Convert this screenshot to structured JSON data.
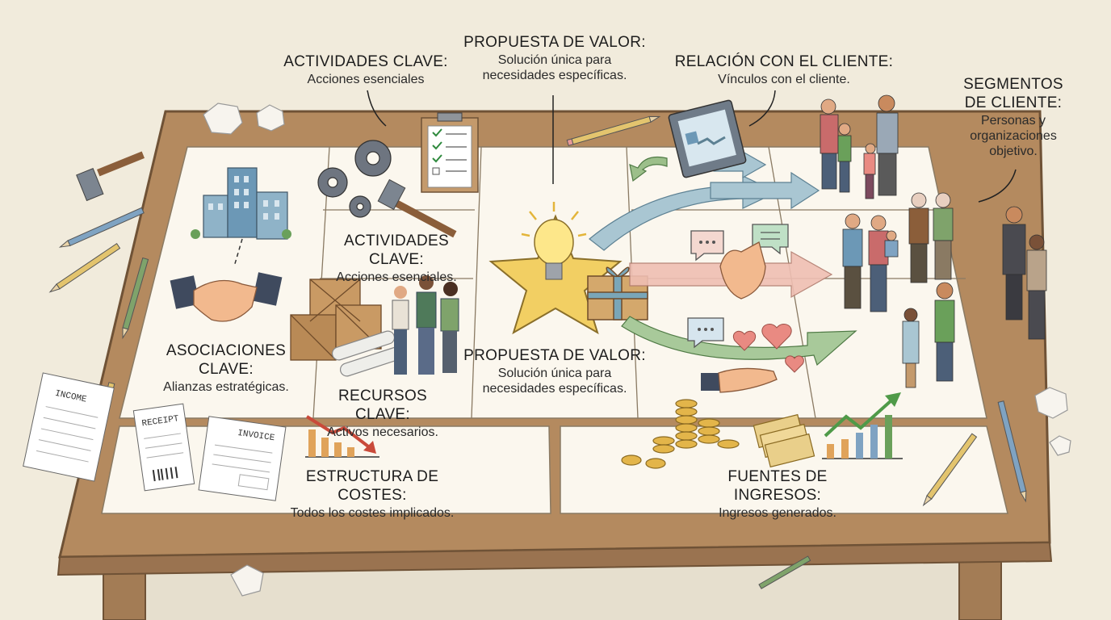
{
  "callouts": {
    "actividades_top": {
      "title": "ACTIVIDADES CLAVE:",
      "desc": "Acciones esenciales"
    },
    "propuesta_top": {
      "title": "PROPUESTA DE VALOR:",
      "desc_line1": "Solución única para",
      "desc_line2": "necesidades específicas."
    },
    "relacion_top": {
      "title": "RELACIÓN CON EL CLIENTE:",
      "desc": "Vínculos con el cliente."
    },
    "segmentos": {
      "title_line1": "SEGMENTOS",
      "title_line2": "DE CLIENTE:",
      "desc_line1": "Personas y",
      "desc_line2": "organizaciones",
      "desc_line3": "objetivo."
    }
  },
  "board": {
    "actividades": {
      "title": "ACTIVIDADES CLAVE:",
      "desc": "Acciones esenciales."
    },
    "asociaciones": {
      "title_line1": "ASOCIACIONES",
      "title_line2": "CLAVE:",
      "desc": "Alianzas estratégicas."
    },
    "recursos": {
      "title": "RECURSOS CLAVE:",
      "desc": "Activos necesarios."
    },
    "propuesta": {
      "title": "PROPUESTA DE VALOR:",
      "desc_line1": "Solución única para",
      "desc_line2": "necesidades específicas."
    },
    "costes": {
      "title": "ESTRUCTURA DE COSTES:",
      "desc": "Todos los costes implicados."
    },
    "ingresos": {
      "title": "FUENTES DE INGRESOS:",
      "desc": "Ingresos generados."
    }
  },
  "props": {
    "receipt_label": "RECEIPT",
    "invoice_label": "INVOICE",
    "income_label": "INCOME"
  },
  "icons": [
    "buildings-icon",
    "handshake-icon",
    "gears-icon",
    "hammer-icon",
    "clipboard-icon",
    "crates-icon",
    "team-icon",
    "lightbulb-star-icon",
    "gift-icon",
    "monitor-icon",
    "chat-icon",
    "hearts-icon",
    "family-icon",
    "coins-icon",
    "tickets-icon",
    "growth-chart-icon",
    "decline-chart-icon",
    "receipt-icon",
    "invoice-icon",
    "pencil-icon",
    "crumpled-paper-icon"
  ],
  "colors": {
    "wood": "#b48a5f",
    "paper": "#fbf7ee",
    "teal_arrow": "#8fb3c2",
    "pink_arrow": "#e8aa9c",
    "green_arrow": "#9cbf8a",
    "star": "#f2cf63"
  }
}
